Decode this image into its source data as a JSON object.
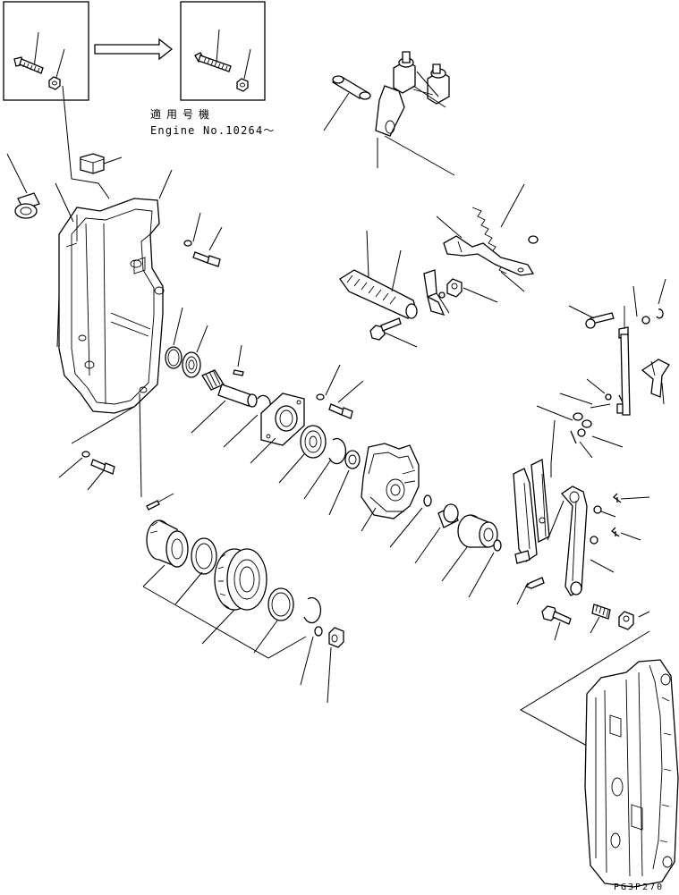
{
  "inset": {
    "serial_label_jp": "適用号機",
    "serial_label_en": "Engine No.10264～"
  },
  "drawing_code": "PG3P270"
}
